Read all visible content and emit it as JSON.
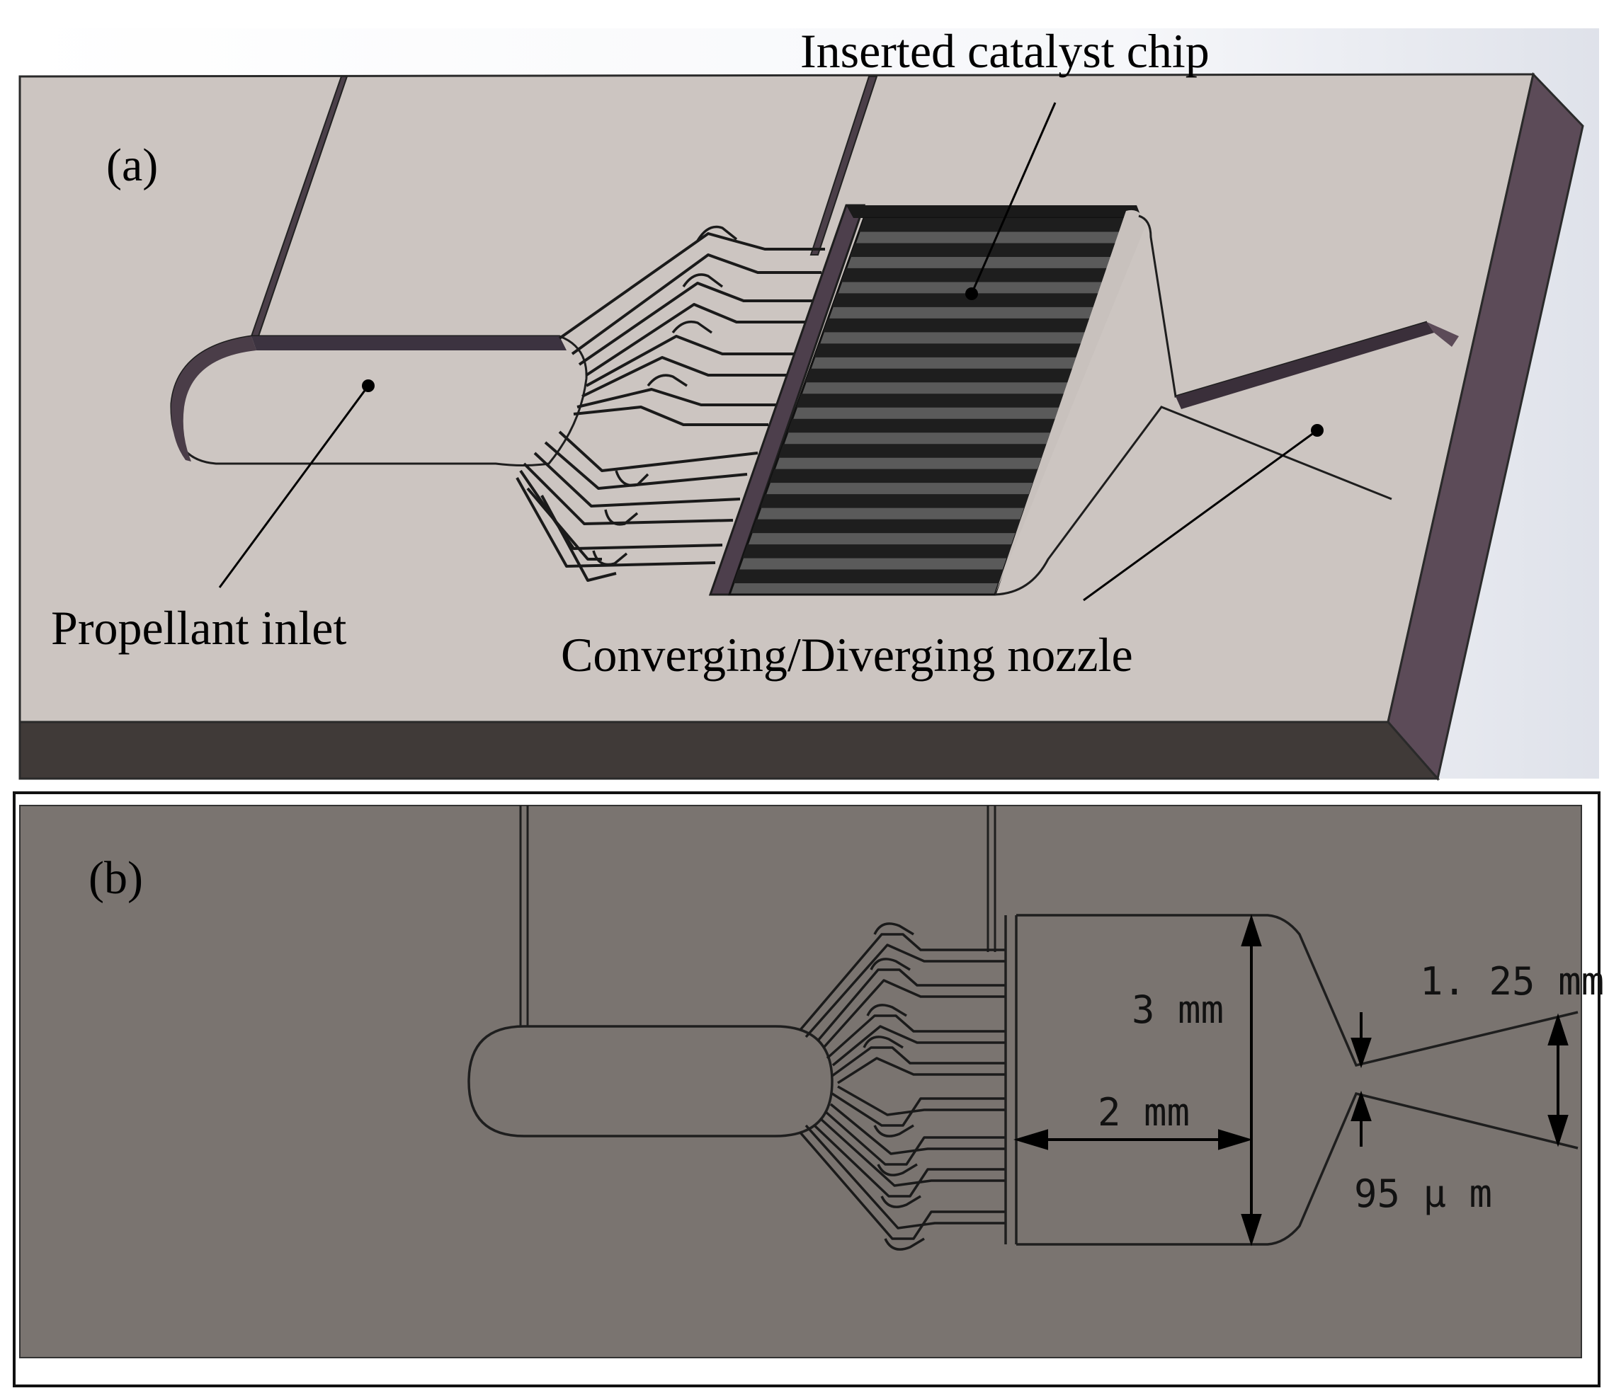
{
  "panel_a": {
    "tag": "(a)",
    "callouts": {
      "catalyst": "Inserted catalyst chip",
      "inlet": "Propellant inlet",
      "nozzle": "Converging/Diverging nozzle"
    }
  },
  "panel_b": {
    "tag": "(b)",
    "dimensions": {
      "chamber_height": "3  mm",
      "chamber_length": "2  mm",
      "exit_width": "1. 25  mm",
      "throat_width": "95 μ m"
    }
  },
  "colors": {
    "top_surface": "#ccc5c1",
    "side_face": "#5c4b58",
    "front_face": "#403a38",
    "catalyst_dark": "#1e1e1e",
    "catalyst_light": "#555555",
    "plan_view": "#7a7470"
  }
}
